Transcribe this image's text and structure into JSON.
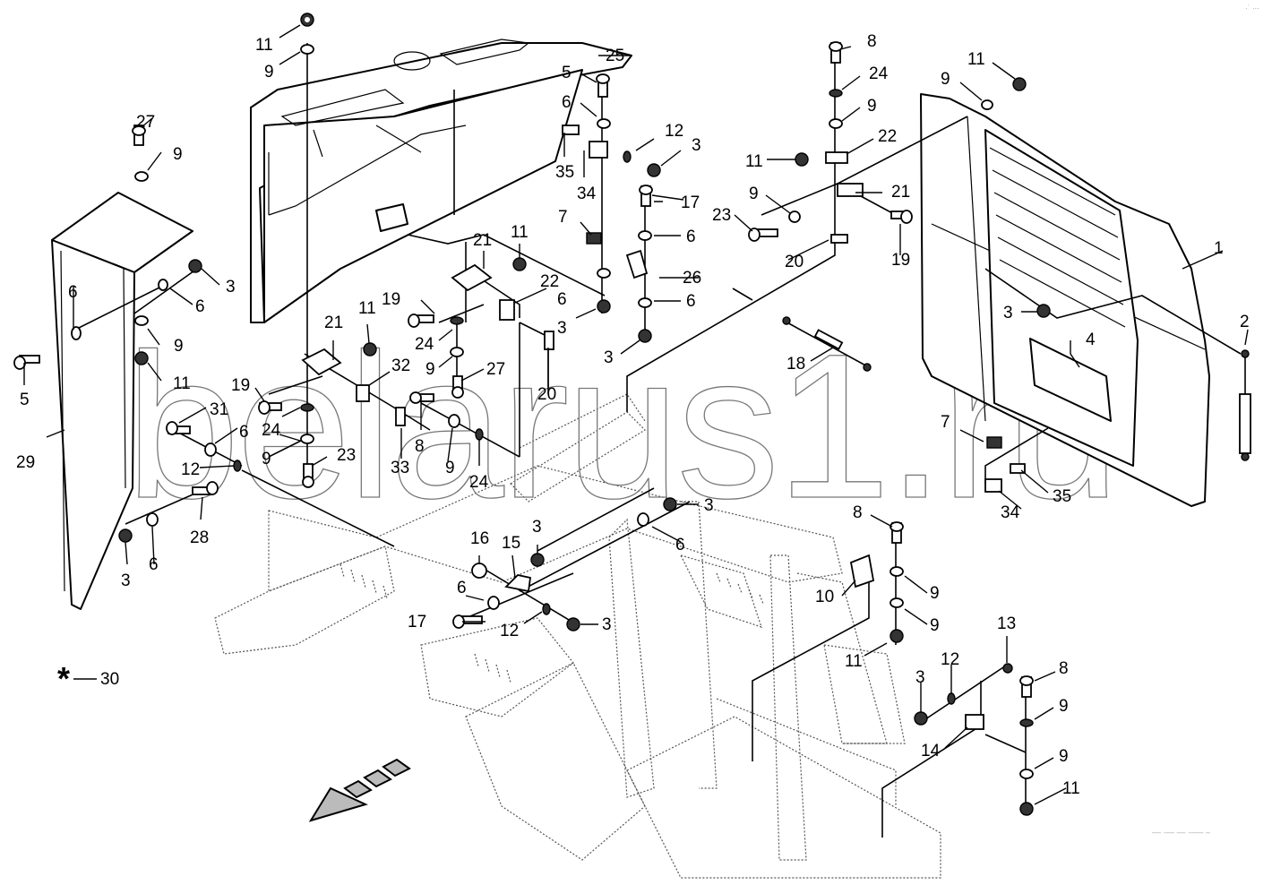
{
  "diagram": {
    "title": "Hood / engine cover assembly — exploded parts view",
    "watermark": "belarus1.ru",
    "corner_stamp": "∙˙ ∙∙∙",
    "footer_code": "‒‒ ∙‒‒ ‒‒ ∙‒‒‒ ‒",
    "legend": {
      "symbol": "asterisk-icon",
      "label": "30"
    },
    "direction_arrow": "forward-direction-arrow",
    "callouts": [
      {
        "id": "c11a",
        "label": "11"
      },
      {
        "id": "c9a",
        "label": "9"
      },
      {
        "id": "c25",
        "label": "25"
      },
      {
        "id": "c5a",
        "label": "5"
      },
      {
        "id": "c6a",
        "label": "6"
      },
      {
        "id": "c12a",
        "label": "12"
      },
      {
        "id": "c3a",
        "label": "3"
      },
      {
        "id": "c35a",
        "label": "35"
      },
      {
        "id": "c34a",
        "label": "34"
      },
      {
        "id": "c17a",
        "label": "17"
      },
      {
        "id": "c7a",
        "label": "7"
      },
      {
        "id": "c6b",
        "label": "6"
      },
      {
        "id": "c26",
        "label": "26"
      },
      {
        "id": "c6c",
        "label": "6"
      },
      {
        "id": "c6d",
        "label": "6"
      },
      {
        "id": "c3b",
        "label": "3"
      },
      {
        "id": "c3c",
        "label": "3"
      },
      {
        "id": "c8a",
        "label": "8"
      },
      {
        "id": "c24a",
        "label": "24"
      },
      {
        "id": "c9b",
        "label": "9"
      },
      {
        "id": "c22a",
        "label": "22"
      },
      {
        "id": "c11b",
        "label": "11"
      },
      {
        "id": "c21a",
        "label": "21"
      },
      {
        "id": "c9c",
        "label": "9"
      },
      {
        "id": "c23a",
        "label": "23"
      },
      {
        "id": "c20a",
        "label": "20"
      },
      {
        "id": "c19a",
        "label": "19"
      },
      {
        "id": "c11c",
        "label": "11"
      },
      {
        "id": "c9d",
        "label": "9"
      },
      {
        "id": "c1",
        "label": "1"
      },
      {
        "id": "c2",
        "label": "2"
      },
      {
        "id": "c3d",
        "label": "3"
      },
      {
        "id": "c4",
        "label": "4"
      },
      {
        "id": "c7b",
        "label": "7"
      },
      {
        "id": "c35b",
        "label": "35"
      },
      {
        "id": "c34b",
        "label": "34"
      },
      {
        "id": "c18",
        "label": "18"
      },
      {
        "id": "c27a",
        "label": "27"
      },
      {
        "id": "c9e",
        "label": "9"
      },
      {
        "id": "c3e",
        "label": "3"
      },
      {
        "id": "c6e",
        "label": "6"
      },
      {
        "id": "c6f",
        "label": "6"
      },
      {
        "id": "c9f",
        "label": "9"
      },
      {
        "id": "c11d",
        "label": "11"
      },
      {
        "id": "c5b",
        "label": "5"
      },
      {
        "id": "c29",
        "label": "29"
      },
      {
        "id": "c31",
        "label": "31"
      },
      {
        "id": "c6g",
        "label": "6"
      },
      {
        "id": "c12b",
        "label": "12"
      },
      {
        "id": "c28",
        "label": "28"
      },
      {
        "id": "c3f",
        "label": "3"
      },
      {
        "id": "c6h",
        "label": "6"
      },
      {
        "id": "c21b",
        "label": "21"
      },
      {
        "id": "c11e",
        "label": "11"
      },
      {
        "id": "c32",
        "label": "32"
      },
      {
        "id": "c19b",
        "label": "19"
      },
      {
        "id": "c24b",
        "label": "24"
      },
      {
        "id": "c9g",
        "label": "9"
      },
      {
        "id": "c23b",
        "label": "23"
      },
      {
        "id": "c19c",
        "label": "19"
      },
      {
        "id": "c24c",
        "label": "24"
      },
      {
        "id": "c9h",
        "label": "9"
      },
      {
        "id": "c27b",
        "label": "27"
      },
      {
        "id": "c21c",
        "label": "21"
      },
      {
        "id": "c11f",
        "label": "11"
      },
      {
        "id": "c22b",
        "label": "22"
      },
      {
        "id": "c20b",
        "label": "20"
      },
      {
        "id": "c8b",
        "label": "8"
      },
      {
        "id": "c33",
        "label": "33"
      },
      {
        "id": "c9i",
        "label": "9"
      },
      {
        "id": "c24d",
        "label": "24"
      },
      {
        "id": "c3g",
        "label": "3"
      },
      {
        "id": "c6i",
        "label": "6"
      },
      {
        "id": "c16",
        "label": "16"
      },
      {
        "id": "c15",
        "label": "15"
      },
      {
        "id": "c3h",
        "label": "3"
      },
      {
        "id": "c6j",
        "label": "6"
      },
      {
        "id": "c17b",
        "label": "17"
      },
      {
        "id": "c12c",
        "label": "12"
      },
      {
        "id": "c3i",
        "label": "3"
      },
      {
        "id": "c8c",
        "label": "8"
      },
      {
        "id": "c10",
        "label": "10"
      },
      {
        "id": "c9j",
        "label": "9"
      },
      {
        "id": "c9k",
        "label": "9"
      },
      {
        "id": "c11g",
        "label": "11"
      },
      {
        "id": "c13",
        "label": "13"
      },
      {
        "id": "c12d",
        "label": "12"
      },
      {
        "id": "c3j",
        "label": "3"
      },
      {
        "id": "c8d",
        "label": "8"
      },
      {
        "id": "c9l",
        "label": "9"
      },
      {
        "id": "c14",
        "label": "14"
      },
      {
        "id": "c9m",
        "label": "9"
      },
      {
        "id": "c11h",
        "label": "11"
      }
    ]
  }
}
